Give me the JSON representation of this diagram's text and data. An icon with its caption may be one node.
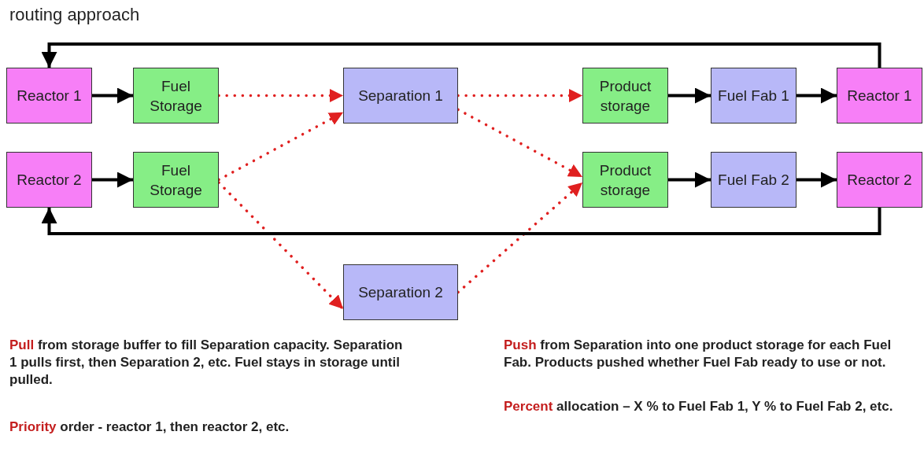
{
  "diagram": {
    "title": "routing approach",
    "nodes": [
      {
        "text": [
          "Reactor 1"
        ]
      },
      {
        "text": [
          "Fuel Storage"
        ]
      },
      {
        "text": [
          "Separation 1"
        ]
      },
      {
        "text": [
          "Product storage"
        ]
      },
      {
        "text": [
          "Fuel Fab 1"
        ]
      },
      {
        "text": [
          "Reactor 1"
        ]
      },
      {
        "text": [
          "Reactor 2"
        ]
      },
      {
        "text": [
          "Fuel Storage"
        ]
      },
      {
        "text": [
          "Product storage"
        ]
      },
      {
        "text": [
          "Fuel Fab 2"
        ]
      },
      {
        "text": [
          "Reactor 2"
        ]
      },
      {
        "text": [
          "Separation 2"
        ]
      }
    ],
    "edges": [
      {
        "from": 0,
        "to": 1,
        "arrow": "to"
      },
      {
        "from": 1,
        "to": 2,
        "arrow": "to",
        "style": "dashed",
        "color": "#e02020"
      },
      {
        "from": 7,
        "to": 2,
        "arrow": "to",
        "style": "dashed",
        "color": "#e02020"
      },
      {
        "from": 7,
        "to": 11,
        "arrow": "to",
        "style": "dashed",
        "color": "#e02020"
      },
      {
        "from": 2,
        "to": 3,
        "arrow": "to",
        "style": "dashed",
        "color": "#e02020"
      },
      {
        "from": 2,
        "to": 8,
        "arrow": "to",
        "style": "dashed",
        "color": "#e02020"
      },
      {
        "from": 11,
        "to": 8,
        "arrow": "to",
        "style": "dashed",
        "color": "#e02020"
      },
      {
        "from": 3,
        "to": 4,
        "arrow": "to"
      },
      {
        "from": 4,
        "to": 5,
        "arrow": "to"
      },
      {
        "from": 5,
        "to": 0,
        "arrow": "to"
      },
      {
        "from": 6,
        "to": 7,
        "arrow": "to"
      },
      {
        "from": 8,
        "to": 9,
        "arrow": "to"
      },
      {
        "from": 9,
        "to": 10,
        "arrow": "to"
      },
      {
        "from": 10,
        "to": 6,
        "arrow": "to"
      }
    ],
    "labels": [
      "Pull from storage buffer to fill Separation capacity.  Separation 1 pulls first, then Separation 2, etc.  Fuel stays in storage until pulled.",
      "Priority order - reactor 1, then reactor 2, etc.",
      "Push from Separation into one product storage for each Fuel Fab.  Products pushed whether Fuel Fab ready to use or not.",
      "Percent allocation – X % to Fuel Fab 1, Y % to Fuel Fab 2, etc."
    ]
  }
}
